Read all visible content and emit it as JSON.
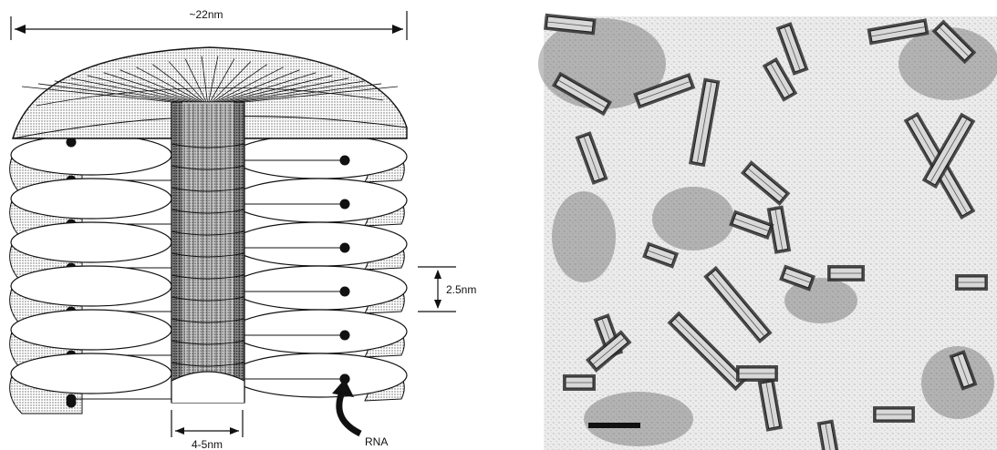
{
  "diagram": {
    "labels": {
      "width": "~22nm",
      "pitch": "2.5nm",
      "channel": "4-5nm",
      "rna": "RNA"
    },
    "colors": {
      "ink": "#111111",
      "stipple": "#bdbdbd",
      "dark": "#7a7a7a"
    }
  },
  "micrograph": {
    "has_scale_bar": true,
    "colors": {
      "background": "#e9e9e9",
      "stain": "#3a3a3a",
      "rod": "#d6d6d6"
    }
  }
}
